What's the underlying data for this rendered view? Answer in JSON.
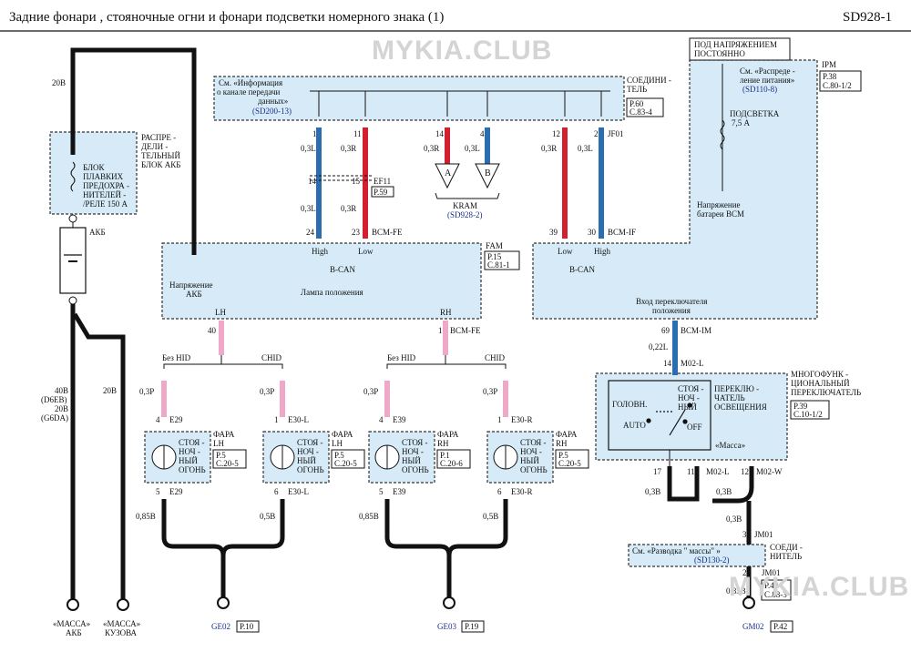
{
  "header": {
    "title": "Задние   фонари  , стояночные    огни  и фонари   подсветки    номерного   знака  (1)",
    "code": "SD928-1"
  },
  "watermark": "MYKIA.CLUB",
  "labels": {
    "power_always": [
      "ПОД НАПРЯЖЕНИЕМ",
      "ПОСТОЯННО"
    ],
    "see_power_dist": [
      "См. «Распреде -",
      "ление  питания»"
    ],
    "see_power_ref": "(SD110-8)",
    "ipm": "IPM",
    "ipm_ref": [
      "P.38",
      "C.80-1/2"
    ],
    "backlight": "ПОДСВЕТКА",
    "backlight_fuse": "7,5 А",
    "bcm_battery": [
      "Напряжение",
      "батареи  BCM"
    ],
    "see_data_info": [
      "См. «Информация",
      "о канале   передачи",
      "данных»"
    ],
    "see_data_ref": "(SD200-13)",
    "connector": [
      "СОЕДИНИ -",
      "ТЕЛЬ"
    ],
    "connector_ref": [
      "P.60",
      "C.83-4"
    ],
    "wire_20b": "20B",
    "fuse_box": [
      "РАСПРЕ -",
      "ДЕЛИ -",
      "ТЕЛЬНЫЙ",
      "БЛОК  АКБ"
    ],
    "fuse_block": [
      "БЛОК",
      "ПЛАВКИХ",
      "ПРЕДОХРА -",
      "НИТЕЛЕЙ -",
      "/РЕЛЕ 150  А"
    ],
    "battery": "АКБ",
    "wire_40b": [
      "40B",
      "(D6EB)",
      "20B",
      "(G6DA)"
    ],
    "ground_akb": [
      "«МАССА»",
      "АКБ"
    ],
    "ground_body": [
      "«МАССА»",
      "КУЗОВА"
    ],
    "kram": "KRAM",
    "kram_ref": "(SD928-2)",
    "conn_a": "A",
    "conn_b": "B",
    "fam": "FAM",
    "fam_ref": [
      "P.15",
      "C.81-1"
    ],
    "battery_voltage": [
      "Напряжение",
      "АКБ"
    ],
    "bcan_left": "B-CAN",
    "bcan_right": "B-CAN",
    "high": "High",
    "low": "Low",
    "position_lamp": "Лампа  положения",
    "lh": "LH",
    "rh": "RH",
    "switch_input": [
      "Вход  переключателя",
      "положения"
    ],
    "no_hid": "Без HID",
    "chid": "CHID",
    "park_light": [
      "СТОЯ -",
      "НОЧ -",
      "НЫЙ",
      "ОГОНЬ"
    ],
    "headlamp_lh": [
      "ФАРА",
      "LH"
    ],
    "headlamp_rh": [
      "ФАРА",
      "RH"
    ],
    "multi_switch": [
      "МНОГОФУНК -",
      "ЦИОНАЛЬНЫЙ",
      "ПЕРЕКЛЮЧАТЕЛЬ"
    ],
    "multi_switch_ref": [
      "P.39",
      "C.10-1/2"
    ],
    "light_switch": [
      "ПЕРЕКЛЮ -",
      "ЧАТЕЛЬ",
      "ОСВЕЩЕНИЯ"
    ],
    "sw_head": "ГОЛОВН.",
    "sw_park": [
      "СТОЯ -",
      "НОЧ -",
      "НЫЙ"
    ],
    "sw_auto": "AUTO",
    "sw_off": "OFF",
    "massa": "«Масса»",
    "see_ground": "См. «Разводка   \" массы\" »",
    "see_ground_ref": "(SD130-2)",
    "conn_jm01": [
      "СОЕДИ -",
      "НИТЕЛЬ"
    ],
    "jm01_ref": [
      "P.42",
      "C.88-3"
    ],
    "ge02": "GE02",
    "ge02_ref": "P.10",
    "ge03": "GE03",
    "ge03_ref": "P.19",
    "gm02": "GM02",
    "gm02_ref": "P.42"
  },
  "connectors": {
    "ef11": "EF11",
    "ef11_ref": "P.59",
    "bcm_fe": "BCM-FE",
    "bcm_if": "BCM-IF",
    "bcm_im": "BCM-IM",
    "jf01": "JF01",
    "m02_l": "M02-L",
    "m02_w": "M02-W",
    "e29": "E29",
    "e30_l": "E30-L",
    "e39": "E39",
    "e30_r": "E30-R",
    "jm01": "JM01",
    "p5": [
      "P.5",
      "C.20-5"
    ],
    "p1": [
      "P.1",
      "C.20-6"
    ]
  },
  "pins": {
    "p1": "1",
    "p11": "11",
    "p14": "14",
    "p4": "4",
    "p12": "12",
    "p2": "2",
    "p15": "15",
    "p24": "24",
    "p23": "23",
    "p39": "39",
    "p30": "30",
    "p40": "40",
    "p69": "69",
    "p5": "5",
    "p6": "6",
    "p17": "17",
    "p3": "3"
  },
  "wires": {
    "w03l": "0,3L",
    "w03r": "0,3R",
    "w022l": "0,22L",
    "w03p": "0,3P",
    "w085b": "0,85B",
    "w05b": "0,5B",
    "w03b": "0,3B"
  },
  "colors": {
    "blue_wire": "#2a6db0",
    "red_wire": "#d22030",
    "pink_wire": "#f0a8c8",
    "black_wire": "#111111",
    "module_fill": "#d6ebf7",
    "connector_text": "#1a2f8a"
  }
}
